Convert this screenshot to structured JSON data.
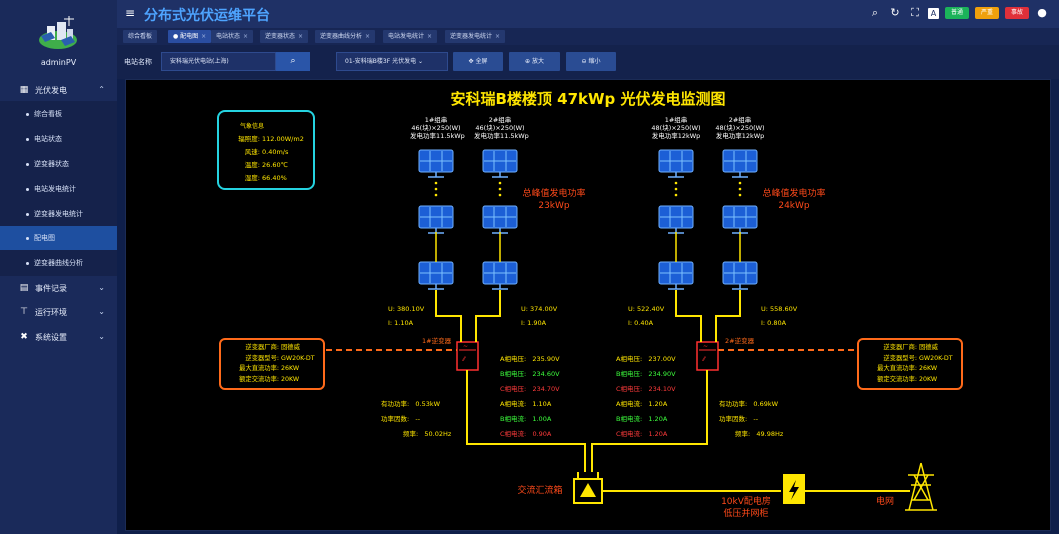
{
  "app": {
    "title": "分布式光伏运维平台",
    "username": "adminPV"
  },
  "header": {
    "badges": [
      {
        "label": "普通",
        "color": "#1bb35a"
      },
      {
        "label": "严重",
        "color": "#f0a00c"
      },
      {
        "label": "事故",
        "color": "#e0303a"
      }
    ]
  },
  "sidebar": {
    "groups": [
      {
        "label": "光伏发电",
        "icon": "grid-icon"
      },
      {
        "label": "事件记录",
        "icon": "document-icon"
      },
      {
        "label": "运行环境",
        "icon": "tower-icon"
      },
      {
        "label": "系统设置",
        "icon": "tools-icon"
      }
    ],
    "items": [
      {
        "label": "综合看板"
      },
      {
        "label": "电站状态"
      },
      {
        "label": "逆变器状态"
      },
      {
        "label": "电站发电统计"
      },
      {
        "label": "逆变器发电统计"
      },
      {
        "label": "配电图"
      },
      {
        "label": "逆变器曲线分析"
      }
    ]
  },
  "tabs": [
    {
      "label": "综合看板",
      "closable": false
    },
    {
      "label": "配电图",
      "active": true
    },
    {
      "label": "电站状态"
    },
    {
      "label": "逆变器状态"
    },
    {
      "label": "逆变器曲线分析"
    },
    {
      "label": "电站发电统计"
    },
    {
      "label": "逆变器发电统计"
    }
  ],
  "toolbar": {
    "station_label": "电站名称",
    "station_value": "安科瑞光伏电站(上海)",
    "inverter_value": "01-安科瑞B楼3F 光伏发电",
    "fullscreen": "全屏",
    "zoom_in": "放大",
    "zoom_out": "缩小"
  },
  "diagram": {
    "title": "安科瑞B楼楼顶 47kWp 光伏发电监测图",
    "weather": {
      "title": "气象信息",
      "irradiance_k": "辐照度:",
      "irradiance_v": "112.00W/m2",
      "wind_k": "风速:",
      "wind_v": "0.40m/s",
      "temp_k": "温度:",
      "temp_v": "26.60℃",
      "humidity_k": "湿度:",
      "humidity_v": "66.40%"
    },
    "strings": [
      {
        "l1": "1#组串",
        "l2": "46(块)×250(W)",
        "l3": "发电功率11.5kWp"
      },
      {
        "l1": "2#组串",
        "l2": "46(块)×250(W)",
        "l3": "发电功率11.5kWp"
      },
      {
        "l1": "1#组串",
        "l2": "48(块)×250(W)",
        "l3": "发电功率12kWp"
      },
      {
        "l1": "2#组串",
        "l2": "48(块)×250(W)",
        "l3": "发电功率12kWp"
      }
    ],
    "peak1": {
      "l1": "总峰值发电功率",
      "l2": "23kWp"
    },
    "peak2": {
      "l1": "总峰值发电功率",
      "l2": "24kWp"
    },
    "dc": {
      "u1": "U: 380.10V",
      "i1": "I: 1.10A",
      "u2": "U: 374.00V",
      "i2": "I: 1.90A",
      "u3": "U: 522.40V",
      "i3": "I: 0.40A",
      "u4": "U: 558.60V",
      "i4": "I: 0.80A"
    },
    "inv1": {
      "name": "1#逆变器",
      "maker_k": "逆变器厂商:",
      "maker_v": "固德威",
      "model_k": "逆变器型号:",
      "model_v": "GW20K-DT",
      "maxdc_k": "最大直流功率:",
      "maxdc_v": "26KW",
      "ratedac_k": "额定交流功率:",
      "ratedac_v": "20KW",
      "p_k": "有功功率:",
      "p_v": "0.53kW",
      "pf_k": "功率因数:",
      "pf_v": "--",
      "f_k": "频率:",
      "f_v": "50.02Hz",
      "ua_k": "A相电压:",
      "ua_v": "235.90V",
      "ub_k": "B相电压:",
      "ub_v": "234.60V",
      "uc_k": "C相电压:",
      "uc_v": "234.70V",
      "ia_k": "A相电流:",
      "ia_v": "1.10A",
      "ib_k": "B相电流:",
      "ib_v": "1.00A",
      "ic_k": "C相电流:",
      "ic_v": "0.90A"
    },
    "inv2": {
      "name": "2#逆变器",
      "maker_k": "逆变器厂商:",
      "maker_v": "固德威",
      "model_k": "逆变器型号:",
      "model_v": "GW20K-DT",
      "maxdc_k": "最大直流功率:",
      "maxdc_v": "26KW",
      "ratedac_k": "额定交流功率:",
      "ratedac_v": "20KW",
      "p_k": "有功功率:",
      "p_v": "0.69kW",
      "pf_k": "功率因数:",
      "pf_v": "--",
      "f_k": "频率:",
      "f_v": "49.98Hz",
      "ua_k": "A相电压:",
      "ua_v": "237.00V",
      "ub_k": "B相电压:",
      "ub_v": "234.90V",
      "uc_k": "C相电压:",
      "uc_v": "234.10V",
      "ia_k": "A相电流:",
      "ia_v": "1.20A",
      "ib_k": "B相电流:",
      "ib_v": "1.20A",
      "ic_k": "C相电流:",
      "ic_v": "1.20A"
    },
    "combiner": "交流汇流箱",
    "cabinet_l1": "10kV配电房",
    "cabinet_l2": "低压并网柜",
    "grid": "电网"
  }
}
